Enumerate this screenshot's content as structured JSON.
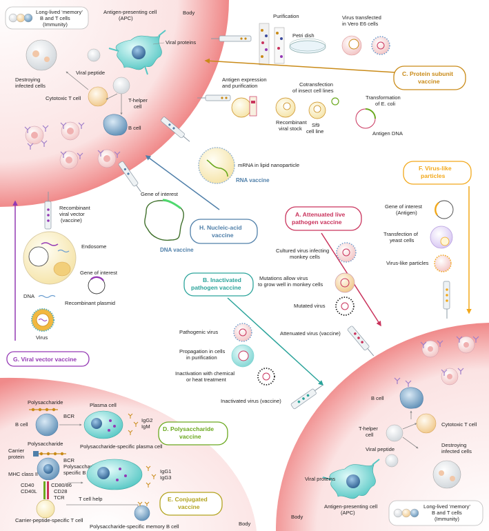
{
  "regions": {
    "top_left": {
      "body": "Body",
      "memory": [
        "Long-lived ‘memory’",
        "B and T cells",
        "(Immunity)"
      ],
      "apc": [
        "Antigen-presenting cell",
        "(APC)"
      ],
      "viral_proteins": "Viral proteins",
      "destroying": [
        "Destroying",
        "infected cells"
      ],
      "viral_peptide": "Viral peptide",
      "cytotoxic": "Cytotoxic T cell",
      "thelper": [
        "T-helper",
        "cell"
      ],
      "bcell": "B cell"
    },
    "bottom_right": {
      "body": "Body",
      "bcell": "B cell",
      "thelper": [
        "T-helper",
        "cell"
      ],
      "cytotoxic": "Cytotoxic T cell",
      "destroying": [
        "Destroying",
        "infected cells"
      ],
      "viral_peptide": "Viral peptide",
      "viral_proteins": "Viral proteins",
      "apc": [
        "Antigen-presenting cell",
        "(APC)"
      ],
      "memory": [
        "Long-lived ‘memory’",
        "B and T cells",
        "(Immunity)"
      ]
    },
    "bottom_left": {
      "body": "Body",
      "polysaccharide": "Polysaccharide",
      "bcell": "B cell",
      "bcr": "BCR",
      "plasma": "Plasma cell",
      "igg2_igm": [
        "IgG2",
        "IgM"
      ],
      "polysaccharide2": "Polysaccharide",
      "ps_plasma": "Polysaccharide-specific plasma cell",
      "carrier": [
        "Carrier",
        "protein"
      ],
      "bcr2": "BCR",
      "ps_bcell": [
        "Polysaccharide-",
        "specific B cell"
      ],
      "mhc": "MHC class II",
      "igg1_igg3": [
        "IgG1",
        "IgG3"
      ],
      "cd40": "CD40",
      "cd80": "CD80/86",
      "cd40l": "CD40L",
      "cd28": "CD28",
      "tcr": "TCR",
      "thelp": "T cell help",
      "carrier_t": "Carrier-peptide-specific T cell",
      "memory_b": "Polysaccharide-specific memory B cell"
    }
  },
  "vaccines": {
    "A": {
      "label": [
        "A. Attenuated live",
        "pathogen vaccine"
      ],
      "color": "#c9335c"
    },
    "B": {
      "label": [
        "B. Inactivated",
        "pathogen vaccine"
      ],
      "color": "#2aa39a"
    },
    "C": {
      "label": [
        "C. Protein subunit",
        "vaccine"
      ],
      "color": "#c98a17"
    },
    "D": {
      "label": [
        "D. Polysaccharide",
        "vaccine"
      ],
      "color": "#6aa81e"
    },
    "E": {
      "label": [
        "E. Conjugated",
        "vaccine"
      ],
      "color": "#b2a31e"
    },
    "F": {
      "label": [
        "F. Virus-like",
        "particles"
      ],
      "color": "#f2a81a"
    },
    "G": {
      "label": [
        "G. Viral vector vaccine"
      ],
      "color": "#9438b4"
    },
    "H": {
      "label": [
        "H. Nucleic-acid",
        "vaccine"
      ],
      "color": "#4f7fa9"
    }
  },
  "protein_subunit": {
    "purification": "Purification",
    "petri": "Petri dish",
    "vero": [
      "Virus transfected",
      "in Vero E6 cells"
    ],
    "antigen_expr": [
      "Antigen expression",
      "and purification"
    ],
    "cotrans": [
      "Cotransfection",
      "of insect cell lines"
    ],
    "transform": [
      "Transformation",
      "of E. coli"
    ],
    "antigen_dna": "Antigen DNA",
    "recomb_stock": [
      "Recombinant",
      "viral stock"
    ],
    "sf9": [
      "Sf9",
      "cell line"
    ]
  },
  "nucleic": {
    "mrna": "mRNA in lipid nanoparticle",
    "rna_vaccine": "RNA vaccine",
    "gene": "Gene of interest",
    "dna_vaccine": "DNA vaccine"
  },
  "vlp": {
    "gene": [
      "Gene of interest",
      "(Antigen)"
    ],
    "yeast": [
      "Transfection of",
      "yeast cells"
    ],
    "vlp": "Virus-like particles"
  },
  "attenuated": {
    "cultured": [
      "Cultured virus infecting",
      "monkey cells"
    ],
    "mutations": [
      "Mutations allow virus",
      "to grow well in monkey cells"
    ],
    "mutated": "Mutated virus",
    "attenuated": "Attenuated virus (vaccine)"
  },
  "inactivated": {
    "pathogenic": "Pathogenic virus",
    "propagation": [
      "Propagation in cells",
      "in purification"
    ],
    "inactivation": [
      "Inactivation with chemical",
      "or heat treatment"
    ],
    "inactivated": "Inactivated virus (vaccine)"
  },
  "viral_vector": {
    "recomb": [
      "Recombinant",
      "viral vector",
      "(vaccine)"
    ],
    "endosome": "Endosome",
    "gene": "Gene of interest",
    "dna": "DNA",
    "plasmid": "Recombinant plasmid",
    "virus": "Virus"
  }
}
